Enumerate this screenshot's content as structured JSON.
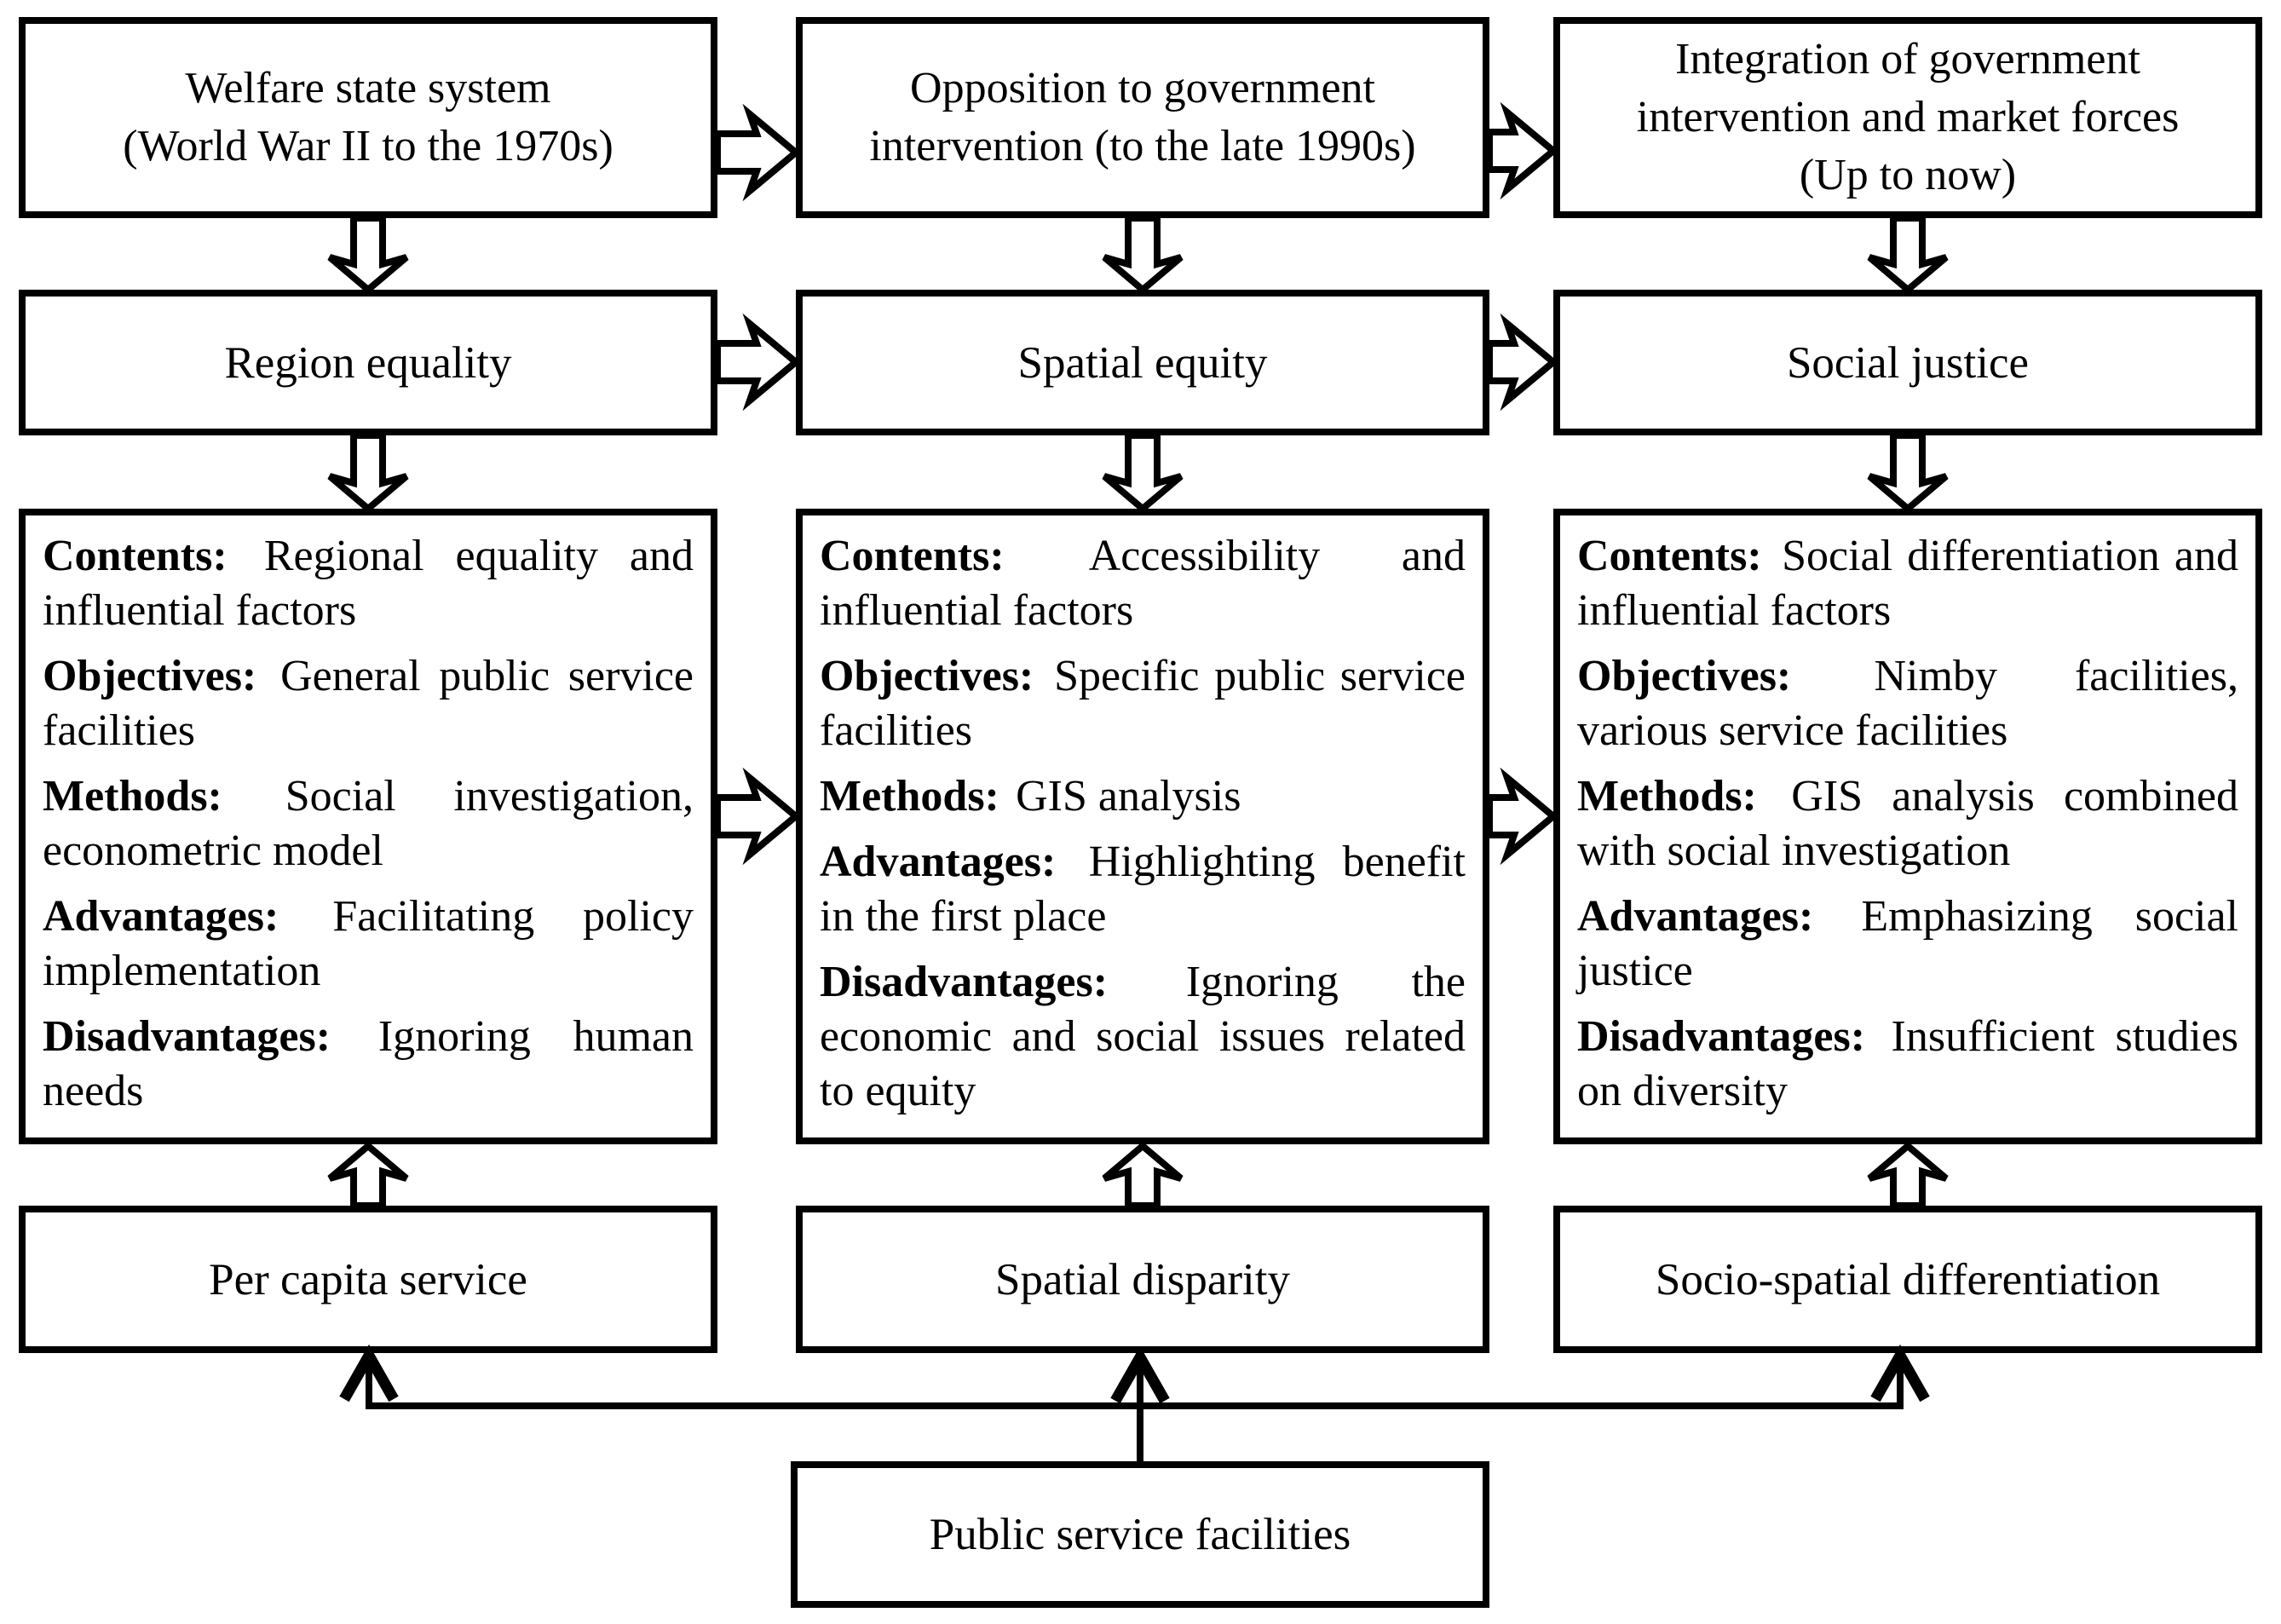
{
  "diagram": {
    "type": "flowchart",
    "colors": {
      "line": "#000000",
      "background": "#ffffff",
      "text": "#000000"
    }
  },
  "columns": [
    {
      "era_lines": [
        "Welfare state system",
        "(World War II to the 1970s)"
      ],
      "concept": "Region equality",
      "detail": [
        {
          "label": "Contents:",
          "text": "Regional equality and influential factors"
        },
        {
          "label": "Objectives:",
          "text": "General public service facilities"
        },
        {
          "label": "Methods:",
          "text": "Social investigation, econometric model"
        },
        {
          "label": "Advantages:",
          "text": "Facilitating policy implementation"
        },
        {
          "label": "Disadvantages:",
          "text": "Ignoring human needs"
        }
      ],
      "measure": "Per capita service"
    },
    {
      "era_lines": [
        "Opposition to government",
        "intervention (to the late 1990s)"
      ],
      "concept": "Spatial equity",
      "detail": [
        {
          "label": "Contents:",
          "text": "Accessibility and influential factors"
        },
        {
          "label": "Objectives:",
          "text": "Specific public service facilities"
        },
        {
          "label": "Methods:",
          "text": "GIS analysis"
        },
        {
          "label": "Advantages:",
          "text": "Highlighting benefit in the first place"
        },
        {
          "label": "Disadvantages:",
          "text": "Ignoring the economic and social issues related to equity"
        }
      ],
      "measure": "Spatial disparity"
    },
    {
      "era_lines": [
        "Integration of government",
        "intervention and market forces",
        "(Up to now)"
      ],
      "concept": "Social justice",
      "detail": [
        {
          "label": "Contents:",
          "text": "Social differentiation and influential factors"
        },
        {
          "label": "Objectives:",
          "text": "Nimby facilities, various service facilities"
        },
        {
          "label": "Methods:",
          "text": "GIS analysis combined with social investigation"
        },
        {
          "label": "Advantages:",
          "text": "Emphasizing social justice"
        },
        {
          "label": "Disadvantages:",
          "text": "Insufficient studies on diversity"
        }
      ],
      "measure": "Socio-spatial differentiation"
    }
  ],
  "source_box": {
    "label": "Public service facilities"
  }
}
